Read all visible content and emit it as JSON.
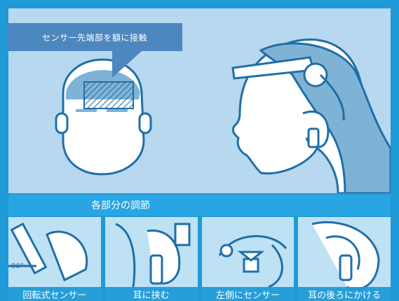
{
  "callout": {
    "text": "センサー先端部を額に接触"
  },
  "section": {
    "title": "各部分の調節"
  },
  "tiles": [
    {
      "caption": "回転式センサー",
      "note": "90°"
    },
    {
      "caption": "耳に挟む"
    },
    {
      "caption": "左側にセンサー"
    },
    {
      "caption": "耳の後ろにかける"
    }
  ],
  "colors": {
    "frame": "#1e9ad6",
    "panel": "#b7d8ef",
    "line": "#1f6fa7",
    "callout": "#4d87bf",
    "skin": "#ffffff"
  },
  "icons": [
    "front-head-icon",
    "profile-head-icon",
    "rotating-sensor-icon",
    "ear-clip-icon",
    "left-sensor-icon",
    "behind-ear-icon"
  ]
}
